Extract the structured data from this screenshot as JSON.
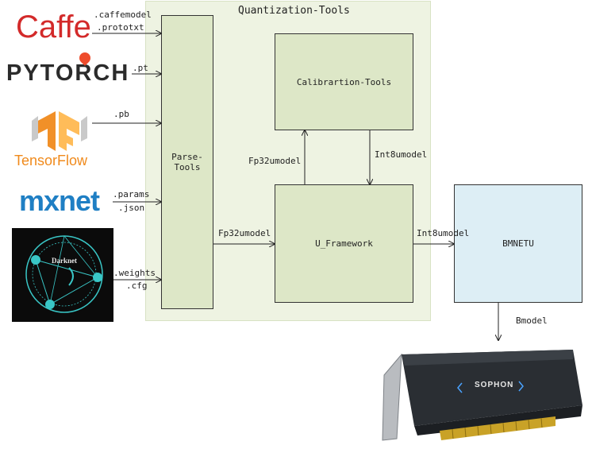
{
  "region": {
    "title": "Quantization-Tools"
  },
  "frameworks": {
    "caffe": {
      "logo_text": "Caffe",
      "ext1": ".caffemodel",
      "ext2": ".prototxt"
    },
    "pytorch": {
      "logo_text": "PYTORCH",
      "ext1": ".pt"
    },
    "tensorflow": {
      "logo_text": "TensorFlow",
      "ext1": ".pb"
    },
    "mxnet": {
      "logo_text": "mxnet",
      "ext1": ".params",
      "ext2": ".json"
    },
    "darknet": {
      "logo_text": "Darknet",
      "ext1": ".weights",
      "ext2": ".cfg"
    }
  },
  "boxes": {
    "parse_tools": {
      "line1": "Parse-",
      "line2": "Tools"
    },
    "calibration_tools": {
      "label": "Calibrartion-Tools"
    },
    "u_framework": {
      "label": "U_Framework"
    },
    "bmnetu": {
      "label": "BMNETU"
    }
  },
  "edges": {
    "parse_to_uframe": "Fp32umodel",
    "uframe_to_calib": "Fp32umodel",
    "calib_to_uframe": "Int8umodel",
    "uframe_to_bmnetu": "Int8umodel",
    "bmnetu_to_device": "Bmodel"
  },
  "device": {
    "brand": "SOPHON"
  },
  "colors": {
    "region_bg": "#eef3e2",
    "green_box": "#dde7c7",
    "blue_box": "#ddeef5",
    "caffe_red": "#d32a2a",
    "pytorch_flame": "#ee4c2c",
    "tensorflow_orange": "#f08a1c",
    "mxnet_blue": "#1f7fc4",
    "darknet_cyan": "#39c6c6"
  }
}
